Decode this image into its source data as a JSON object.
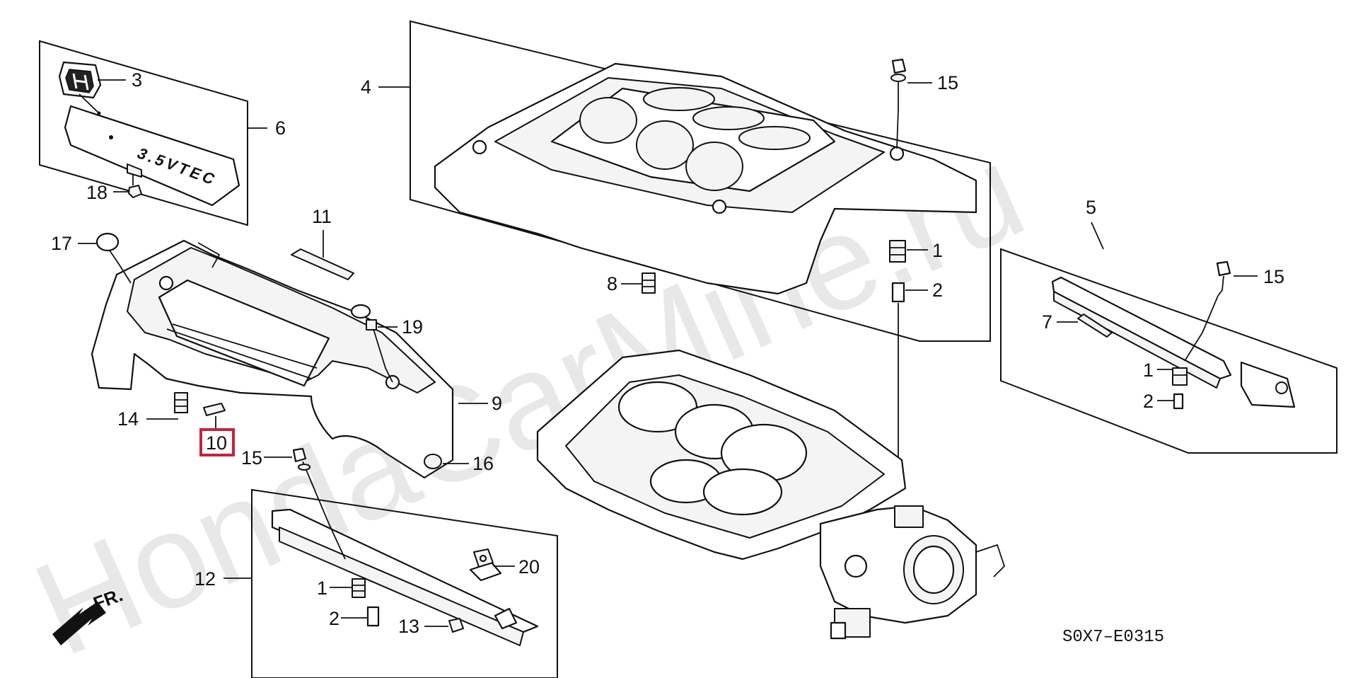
{
  "diagram": {
    "drawing_code": "S0X7–E0315",
    "watermark": "HondaCarMine.ru",
    "direction_label": "FR.",
    "emblem_text": "3.5VTEC",
    "highlighted_part": "10",
    "callouts": {
      "c3": "3",
      "c6": "6",
      "c18": "18",
      "c17": "17",
      "c11": "11",
      "c19": "19",
      "c14": "14",
      "c10": "10",
      "c9": "9",
      "c15a": "15",
      "c16": "16",
      "c12": "12",
      "c1a": "1",
      "c2a": "2",
      "c13": "13",
      "c20": "20",
      "c4": "4",
      "c15b": "15",
      "c8": "8",
      "c1b": "1",
      "c2b": "2",
      "c5": "5",
      "c15c": "15",
      "c7": "7",
      "c1c": "1",
      "c2c": "2"
    }
  },
  "colors": {
    "highlight": "#c4233d",
    "line": "#111111",
    "watermark": "#bdbdbd"
  }
}
